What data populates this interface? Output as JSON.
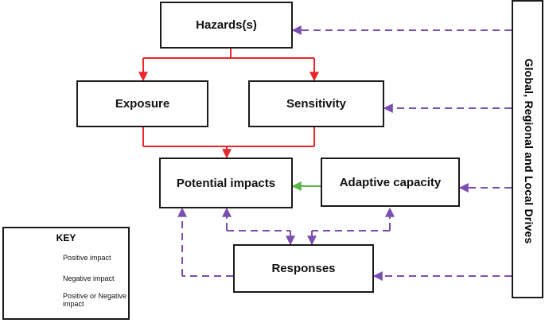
{
  "nodes": {
    "hazards": "Hazards(s)",
    "exposure": "Exposure",
    "sensitivity": "Sensitivity",
    "potential_impacts": "Potential impacts",
    "adaptive_capacity": "Adaptive capacity",
    "responses": "Responses"
  },
  "drivers": "Global, Regional and Local Drives",
  "key": {
    "title": "KEY",
    "positive": "Positive impact",
    "negative": "Negative impact",
    "either_line1": "Positive or Negative",
    "either_line2": "impact"
  },
  "colors": {
    "negative": "#e8262b",
    "positive": "#5ab348",
    "either": "#7b4fb0",
    "border": "#1a1a1a"
  }
}
